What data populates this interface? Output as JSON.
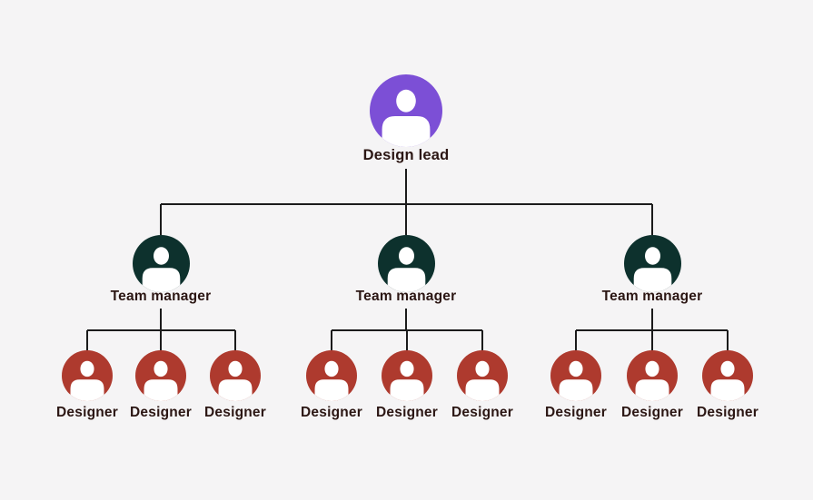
{
  "page": {
    "background": "#F5F4F5"
  },
  "colors": {
    "design_lead": "#7C4FD6",
    "team_manager": "#0D312D",
    "designer": "#AE3A2E",
    "connector": "#1B1B1B",
    "label_text": "#2B1613",
    "background": "#F5F4F5",
    "avatar_person": "#FFFFFF"
  },
  "org": {
    "root": {
      "label": "Design lead",
      "role": "design-lead"
    },
    "teams": [
      {
        "manager": {
          "label": "Team manager"
        },
        "members": [
          {
            "label": "Designer"
          },
          {
            "label": "Designer"
          },
          {
            "label": "Designer"
          }
        ]
      },
      {
        "manager": {
          "label": "Team manager"
        },
        "members": [
          {
            "label": "Designer"
          },
          {
            "label": "Designer"
          },
          {
            "label": "Designer"
          }
        ]
      },
      {
        "manager": {
          "label": "Team manager"
        },
        "members": [
          {
            "label": "Designer"
          },
          {
            "label": "Designer"
          },
          {
            "label": "Designer"
          }
        ]
      }
    ]
  }
}
